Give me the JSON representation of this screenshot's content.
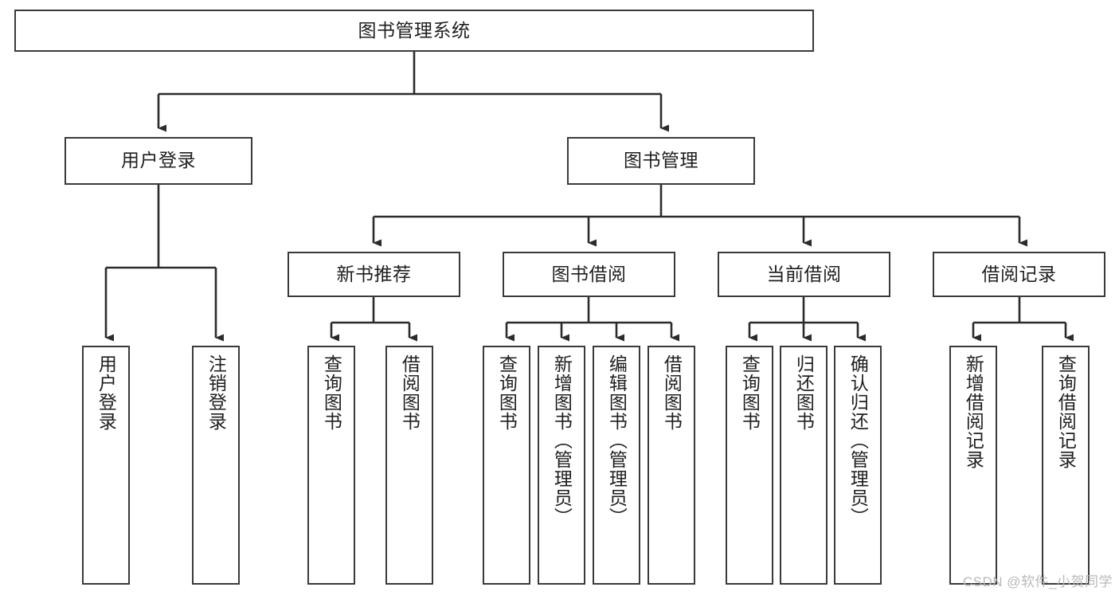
{
  "diagram": {
    "title": "图书管理系统",
    "type": "tree",
    "watermark": "CSDN @软件_小贺同学",
    "colors": {
      "box_border": "#3a3a3a",
      "box_fill": "#ffffff",
      "edge": "#2b2b2b",
      "text": "#1f1f1f",
      "watermark": "#b9b9b9",
      "background": "#ffffff"
    },
    "root": {
      "label": "图书管理系统"
    },
    "level2": [
      {
        "label": "用户登录"
      },
      {
        "label": "图书管理"
      }
    ],
    "level3": [
      {
        "label": "新书推荐"
      },
      {
        "label": "图书借阅"
      },
      {
        "label": "当前借阅"
      },
      {
        "label": "借阅记录"
      }
    ],
    "leaves": {
      "user_login": [
        {
          "label": "用户登录"
        },
        {
          "label": "注销登录"
        }
      ],
      "new_book_recommend": [
        {
          "label": "查询图书"
        },
        {
          "label": "借阅图书"
        }
      ],
      "book_borrow": [
        {
          "label": "查询图书"
        },
        {
          "label": "新增图书（管理员）"
        },
        {
          "label": "编辑图书（管理员）"
        },
        {
          "label": "借阅图书"
        }
      ],
      "current_borrow": [
        {
          "label": "查询图书"
        },
        {
          "label": "归还图书"
        },
        {
          "label": "确认归还（管理员）"
        }
      ],
      "borrow_record": [
        {
          "label": "新增借阅记录"
        },
        {
          "label": "查询借阅记录"
        }
      ]
    }
  }
}
